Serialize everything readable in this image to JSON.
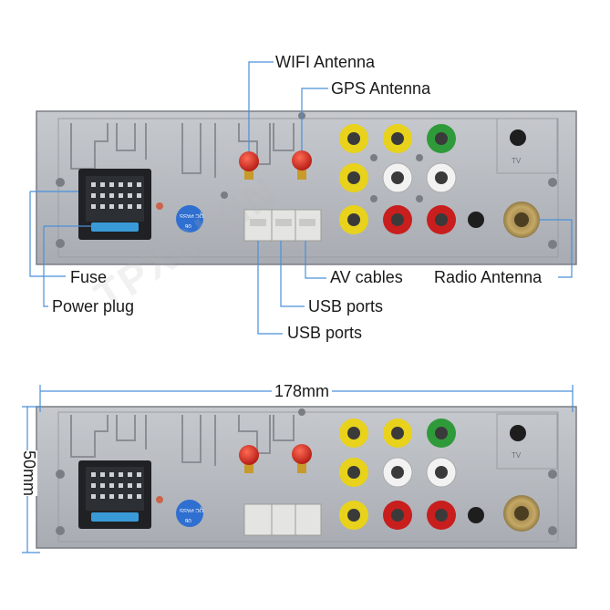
{
  "callouts": {
    "wifi_antenna": "WIFI Antenna",
    "gps_antenna": "GPS Antenna",
    "fuse": "Fuse",
    "power_plug": "Power plug",
    "av_cables": "AV cables",
    "usb_ports_1": "USB ports",
    "usb_ports_2": "USB ports",
    "radio_antenna": "Radio Antenna"
  },
  "dimensions": {
    "width": "178mm",
    "height": "50mm"
  },
  "markings": {
    "qc_pass": "QC PASS",
    "qc_number": "06",
    "tv": "TV"
  },
  "watermark": "TPXINXIN",
  "colors": {
    "panel": "#b8bcc2",
    "panel_dark": "#8e9298",
    "leader": "#4a90d9",
    "rca_yellow": "#e8d21c",
    "rca_white": "#f2f2f2",
    "rca_red": "#c81e1e",
    "rca_green": "#2f9a3a",
    "antenna_red": "#d8281e",
    "qc_sticker": "#2f6fd0",
    "radio_antenna_brass": "#b89a5a"
  }
}
